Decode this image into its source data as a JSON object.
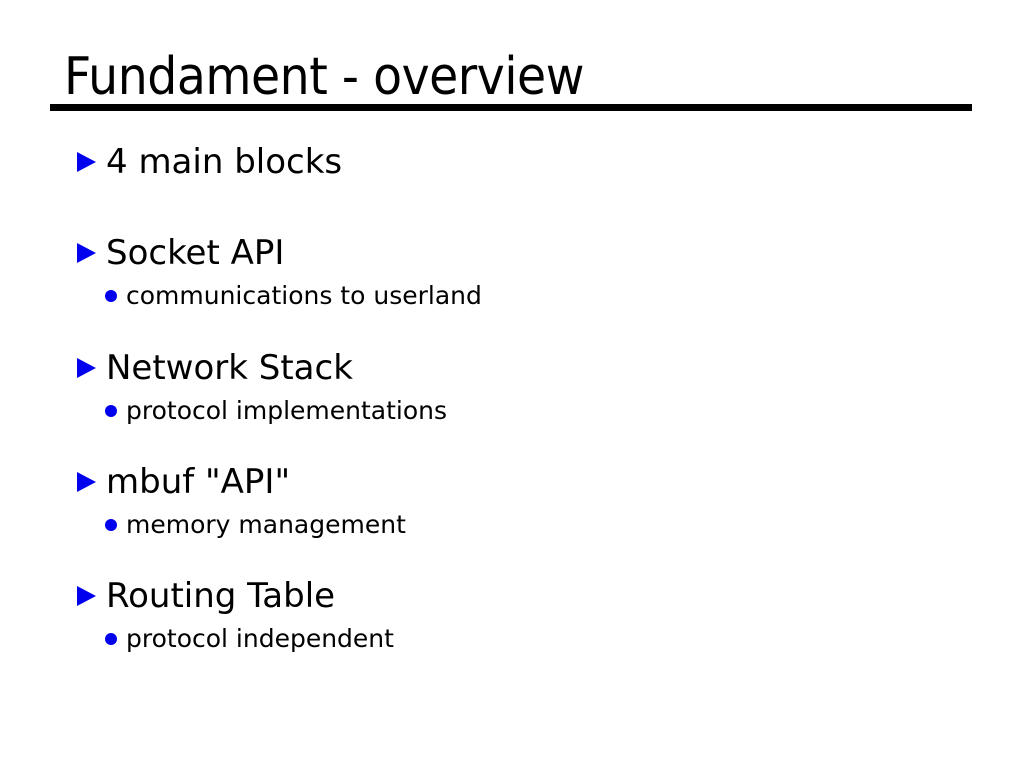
{
  "slide": {
    "title": "Fundament - overview",
    "bullets": [
      {
        "label": "4 main blocks"
      },
      {
        "label": "Socket API",
        "sub": "communications to userland"
      },
      {
        "label": "Network Stack",
        "sub": "protocol implementations"
      },
      {
        "label": "mbuf \"API\"",
        "sub": "memory management"
      },
      {
        "label": "Routing Table",
        "sub": "protocol independent"
      }
    ],
    "colors": {
      "bullet_blue": "#0000EE",
      "text": "#000000",
      "background": "#FFFFFF",
      "underline": "#000000"
    }
  }
}
